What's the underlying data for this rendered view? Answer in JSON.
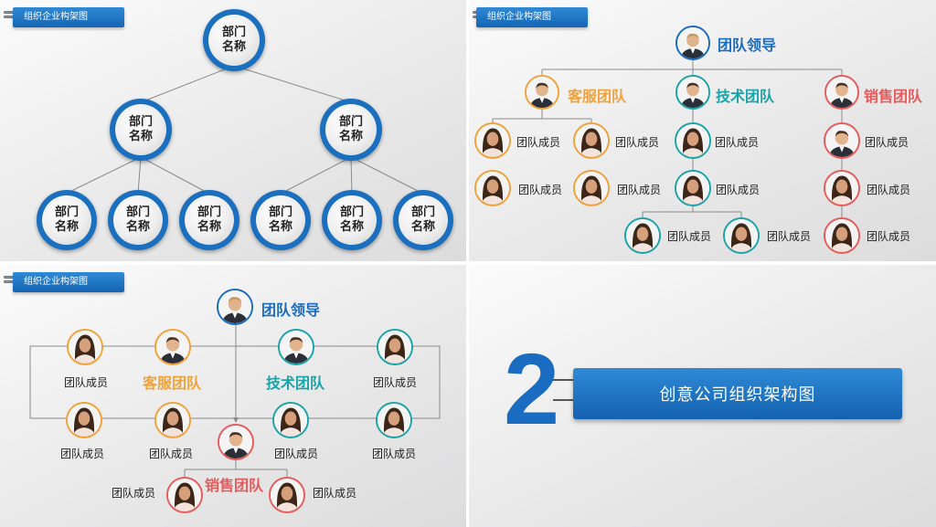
{
  "banner_title": "组织企业构架图",
  "panel1": {
    "top": {
      "line1": "部门",
      "line2": "名称"
    },
    "mid_left": {
      "line1": "部门",
      "line2": "名称"
    },
    "mid_right": {
      "line1": "部门",
      "line2": "名称"
    },
    "leaves": [
      {
        "line1": "部门",
        "line2": "名称"
      },
      {
        "line1": "部门",
        "line2": "名称"
      },
      {
        "line1": "部门",
        "line2": "名称"
      },
      {
        "line1": "部门",
        "line2": "名称"
      },
      {
        "line1": "部门",
        "line2": "名称"
      },
      {
        "line1": "部门",
        "line2": "名称"
      }
    ]
  },
  "panel2": {
    "leader": "团队领导",
    "team_service": "客服团队",
    "team_tech": "技术团队",
    "team_sales": "销售团队",
    "member": "团队成员"
  },
  "panel3": {
    "leader": "团队领导",
    "team_service": "客服团队",
    "team_tech": "技术团队",
    "team_sales": "销售团队",
    "member": "团队成员"
  },
  "panel4": {
    "number": "2",
    "title": "创意公司组织架构图"
  },
  "colors": {
    "brand_blue": "#1a70be",
    "leader_blue": "#1a6cc0",
    "service_orange": "#f0a23a",
    "tech_teal": "#1aa3a8",
    "sales_red": "#e85a5a"
  }
}
